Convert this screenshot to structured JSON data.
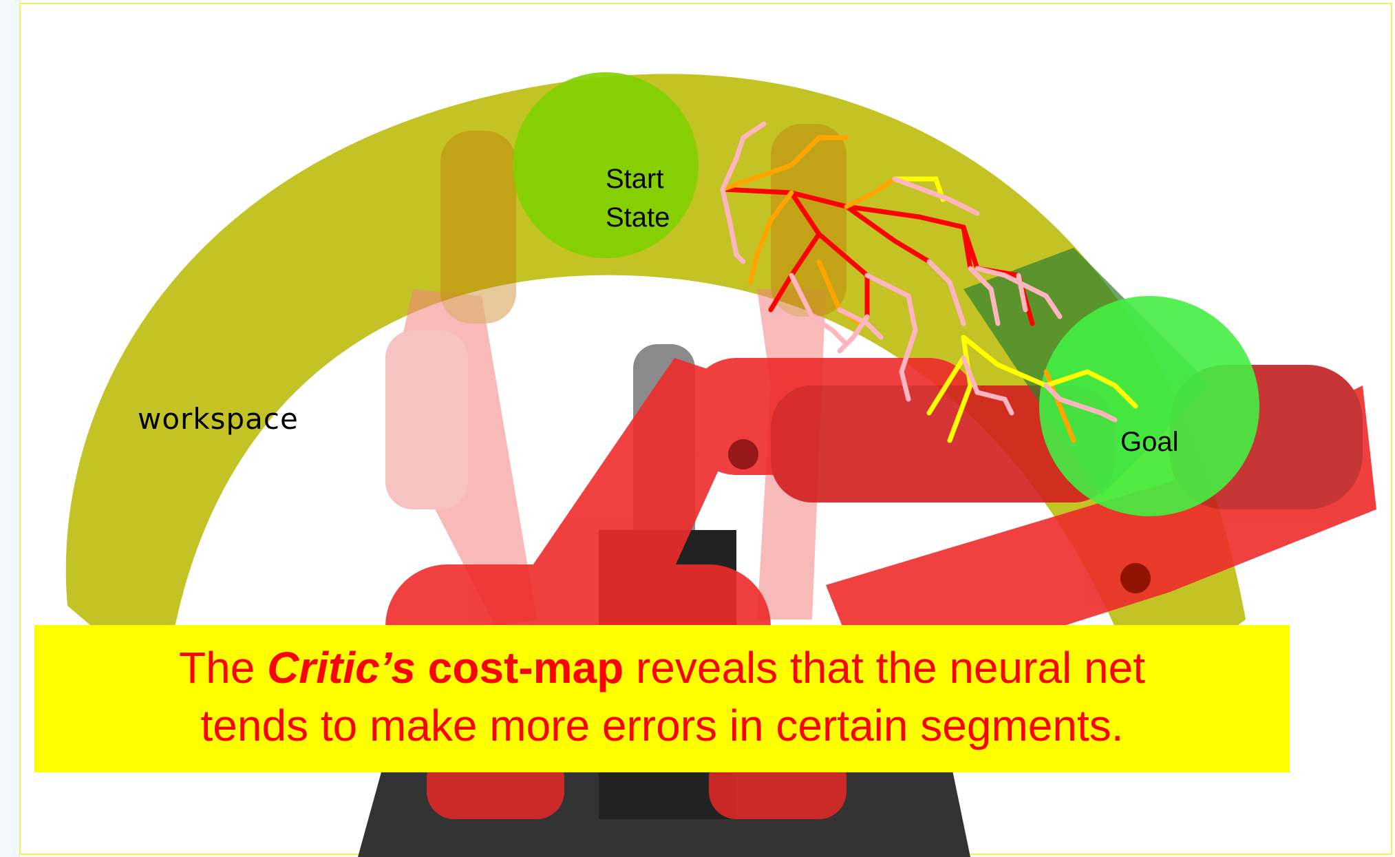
{
  "labels": {
    "start_line1": "Start",
    "start_line2": "State",
    "goal": "Goal",
    "workspace": "workspace"
  },
  "caption": {
    "part1": "The ",
    "part2": "Critic’s",
    "part3": " ",
    "part4": "cost-map",
    "part5": " reveals that the neural net",
    "part6": "tends to make more errors in certain segments."
  },
  "colors": {
    "workspace": "#b8b800",
    "start_circle": "#80d000",
    "goal_circle": "#44ee44",
    "caption_bg": "#ffff00",
    "caption_text": "#ff0000",
    "robot": "#ee2b2b",
    "robot_ghost": "#f7a0a0",
    "tree_red": "#ff0000",
    "tree_orange": "#ffa500",
    "tree_yellow": "#ffff00",
    "tree_pink": "#ffb6c1"
  }
}
